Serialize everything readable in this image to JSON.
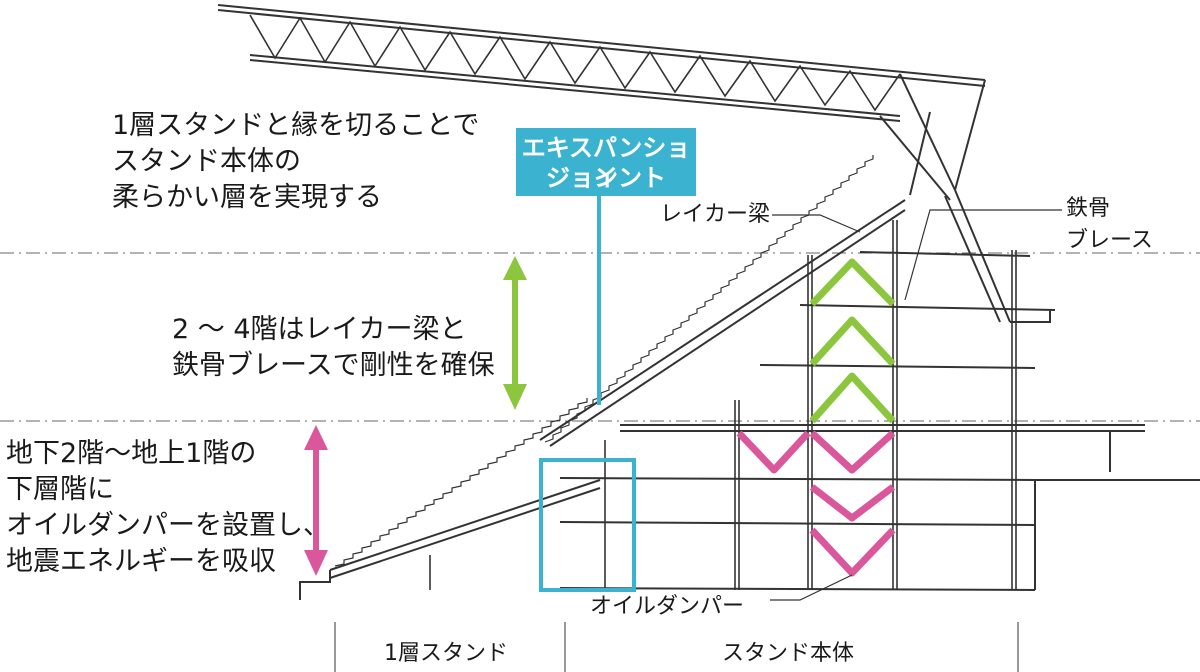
{
  "annotations": {
    "roof_note": [
      "1層スタンドと縁を切ることで",
      "スタンド本体の",
      "柔らかい層を実現する"
    ],
    "upper_note": [
      "2 ～ 4階はレイカー梁と",
      "鉄骨ブレースで剛性を確保"
    ],
    "lower_note": [
      "地下2階～地上1階の",
      "下層階に",
      "オイルダンパーを設置し、",
      "地震エネルギーを吸収"
    ]
  },
  "expansion_joint": [
    "エキスパンション",
    "ジョイント"
  ],
  "labels": {
    "raker_beam": "レイカー梁",
    "steel_brace": [
      "鉄骨",
      "ブレース"
    ],
    "oil_damper": "オイルダンパー"
  },
  "bottom_sections": {
    "first_stand": "1層スタンド",
    "stand_body": "スタンド本体"
  },
  "colors": {
    "cyan": "#3bb3d0",
    "green": "#8cc63f",
    "magenta": "#d9579a",
    "line": "#333333"
  }
}
